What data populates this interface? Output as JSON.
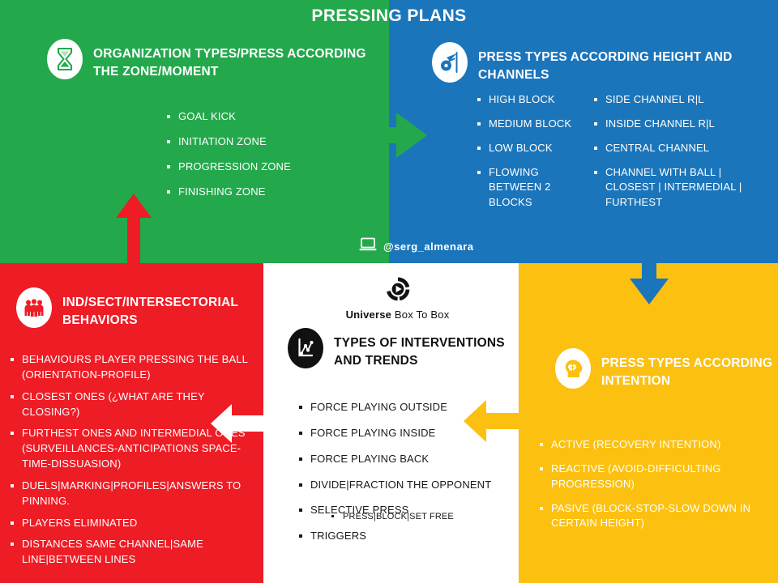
{
  "title": "PRESSING PLANS",
  "colors": {
    "green": "#23a94c",
    "blue": "#1b75bb",
    "red": "#ee1c25",
    "yellow": "#fcc010",
    "white": "#ffffff",
    "black": "#111111"
  },
  "panels": {
    "green": {
      "icon": "hourglass-icon",
      "heading": "ORGANIZATION TYPES/PRESS ACCORDING THE ZONE/MOMENT",
      "bullets": [
        "GOAL KICK",
        "INITIATION ZONE",
        "PROGRESSION ZONE",
        "FINISHING ZONE"
      ]
    },
    "blue": {
      "icon": "whistle-icon",
      "heading": "PRESS TYPES ACCORDING HEIGHT AND CHANNELS",
      "bullets_left": [
        "HIGH BLOCK",
        "MEDIUM BLOCK",
        "LOW BLOCK",
        "FLOWING BETWEEN 2 BLOCKS"
      ],
      "bullets_right": [
        "SIDE CHANNEL R|L",
        "INSIDE CHANNEL R|L",
        "CENTRAL CHANNEL",
        "CHANNEL WITH BALL | CLOSEST | INTERMEDIAL | FURTHEST"
      ]
    },
    "red": {
      "icon": "people-group-icon",
      "heading": "IND/SECT/INTERSECTORIAL BEHAVIORS",
      "bullets": [
        "BEHAVIOURS PLAYER PRESSING THE BALL (ORIENTATION-PROFILE)",
        "CLOSEST ONES (¿WHAT ARE THEY CLOSING?)",
        "FURTHEST ONES AND INTERMEDIAL ONES (SURVEILLANCES-ANTICIPATIONS SPACE-TIME-DISSUASION)",
        "DUELS|MARKING|PROFILES|ANSWERS TO PINNING.",
        "PLAYERS ELIMINATED",
        "DISTANCES SAME CHANNEL|SAME LINE|BETWEEN LINES"
      ]
    },
    "white": {
      "icon": "trend-chart-icon",
      "heading": "TYPES OF INTERVENTIONS AND TRENDS",
      "bullets": [
        "FORCE PLAYING OUTSIDE",
        "FORCE PLAYING INSIDE",
        "FORCE PLAYING BACK",
        "DIVIDE|FRACTION THE OPPONENT",
        "SELECTIVE PRESS"
      ],
      "sub_bullets": [
        "PRESS|BLOCK|SET FREE"
      ],
      "bullets_after": [
        "TRIGGERS"
      ]
    },
    "yellow": {
      "icon": "head-brain-icon",
      "heading": "PRESS TYPES ACCORDING INTENTION",
      "bullets": [
        "ACTIVE (RECOVERY INTENTION)",
        "REACTIVE (AVOID-DIFFICULTING PROGRESSION)",
        "PASIVE (BLOCK-STOP-SLOW DOWN IN CERTAIN HEIGHT)"
      ]
    }
  },
  "credit": {
    "icon": "laptop-icon",
    "handle": "@serg_almenara"
  },
  "brand": {
    "icon": "play-swirl-icon",
    "name_bold": "Universe",
    "name_light": " Box To Box"
  },
  "arrows": [
    {
      "name": "arrow-green-right",
      "direction": "right",
      "color": "#23a94c"
    },
    {
      "name": "arrow-blue-down",
      "direction": "down",
      "color": "#1b75bb"
    },
    {
      "name": "arrow-yellow-left",
      "direction": "left",
      "color": "#fcc010"
    },
    {
      "name": "arrow-white-left",
      "direction": "left",
      "color": "#ffffff"
    },
    {
      "name": "arrow-red-up",
      "direction": "up",
      "color": "#ee1c25"
    }
  ]
}
